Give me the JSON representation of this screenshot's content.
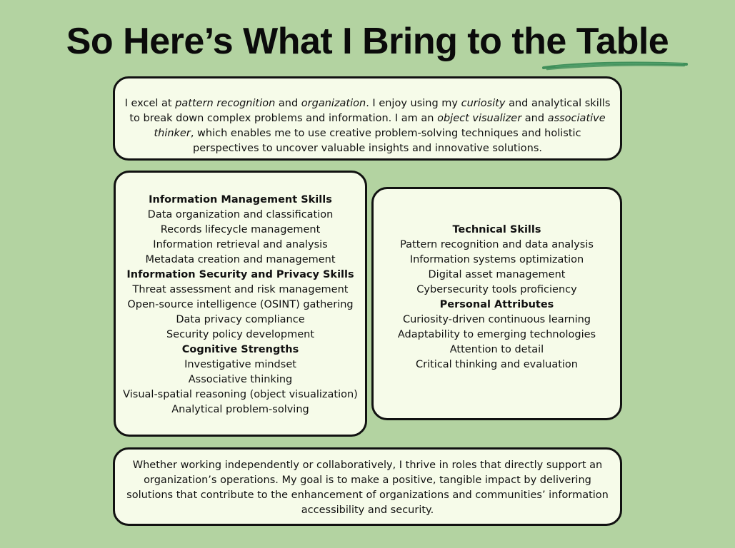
{
  "title": "So Here’s What I Bring to the Table",
  "intro": {
    "p1": "I excel at ",
    "em1": "pattern recognition",
    "p2": " and ",
    "em2": "organization",
    "p3": ". I enjoy using my ",
    "em3": "curiosity",
    "p4": " and analytical skills to break down complex problems and information. I am an ",
    "em4": "object visualizer",
    "p5": " and ",
    "em5": "associative thinker",
    "p6": ", which enables me to use creative problem-solving techniques and holistic perspectives to uncover valuable insights and innovative solutions."
  },
  "left": {
    "sections": [
      {
        "heading": "Information Management Skills",
        "items": [
          "Data organization and classification",
          "Records lifecycle management",
          "Information retrieval and analysis",
          "Metadata creation and management"
        ]
      },
      {
        "heading": "Information Security and Privacy Skills",
        "items": [
          "Threat assessment and risk management",
          "Open-source intelligence (OSINT) gathering",
          "Data privacy compliance",
          "Security policy development"
        ]
      },
      {
        "heading": "Cognitive Strengths",
        "items": [
          "Investigative mindset",
          "Associative thinking",
          "Visual-spatial reasoning (object visualization)",
          "Analytical problem-solving"
        ]
      }
    ]
  },
  "right": {
    "sections": [
      {
        "heading": "Technical Skills",
        "items": [
          "Pattern recognition and data analysis",
          "Information systems optimization",
          "Digital asset management",
          "Cybersecurity tools proficiency"
        ]
      },
      {
        "heading": "Personal Attributes",
        "items": [
          "Curiosity-driven continuous learning",
          "Adaptability to emerging technologies",
          "Attention to detail",
          "Critical thinking and evaluation"
        ]
      }
    ]
  },
  "outro": "Whether working independently or collaboratively, I thrive in roles that directly support an organization’s operations. My goal is to make a positive, tangible impact by delivering solutions that contribute to the enhancement of organizations and communities’ information accessibility and security.",
  "colors": {
    "background": "#b3d3a1",
    "card": "#f6fbe9",
    "swash": "#3f8f5a"
  }
}
